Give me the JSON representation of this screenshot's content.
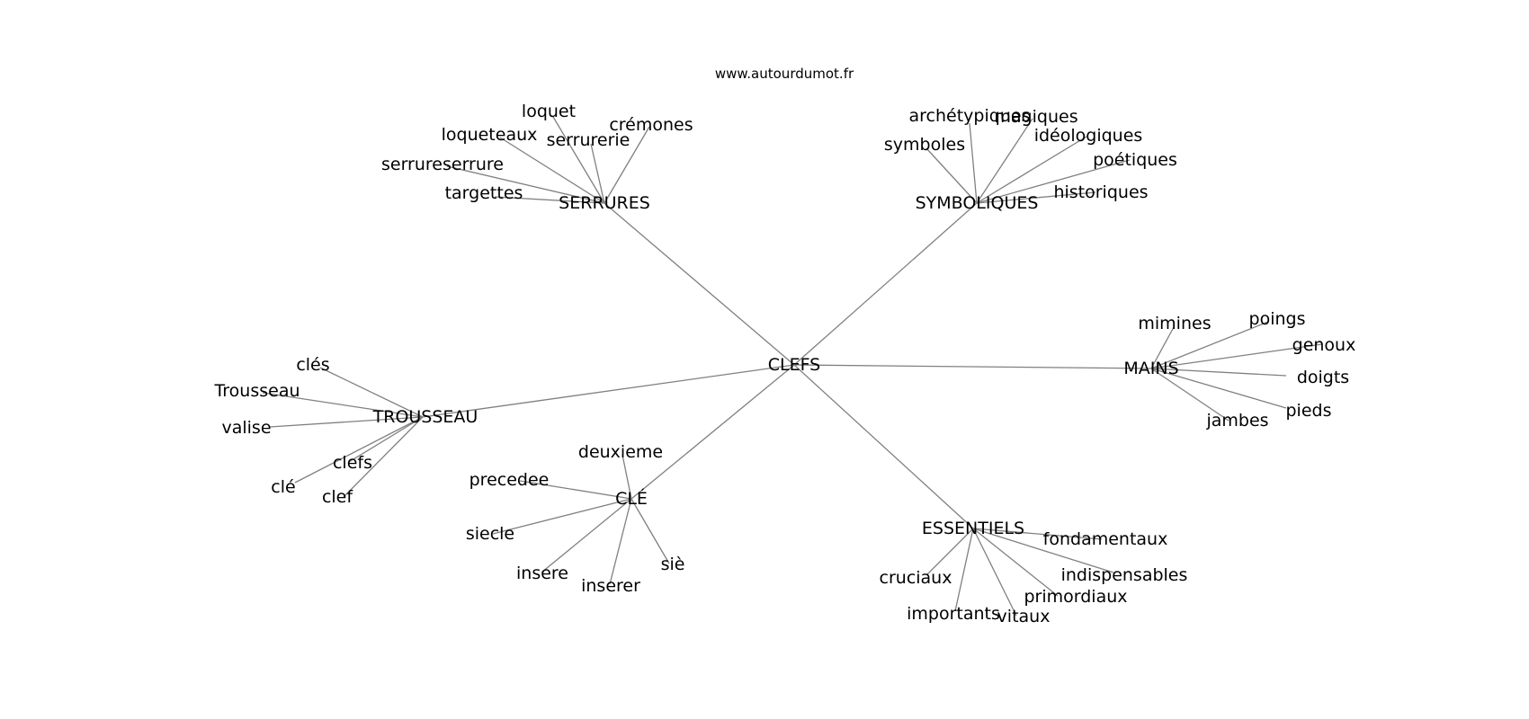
{
  "source": "www.autourdumot.fr",
  "center": "CLEFS",
  "groups": [
    {
      "hub": "SERRURES",
      "leaves": [
        "loquet",
        "crémones",
        "loqueteaux",
        "serrurerie",
        "serrureserrure",
        "targettes"
      ]
    },
    {
      "hub": "SYMBOLIQUES",
      "leaves": [
        "archétypiques",
        "magiques",
        "idéologiques",
        "symboles",
        "poétiques",
        "historiques"
      ]
    },
    {
      "hub": "MAINS",
      "leaves": [
        "mimines",
        "poings",
        "genoux",
        "doigts",
        "pieds",
        "jambes"
      ]
    },
    {
      "hub": "TROUSSEAU",
      "leaves": [
        "clés",
        "Trousseau",
        "valise",
        "clefs",
        "clé",
        "clef"
      ]
    },
    {
      "hub": "CLÉ",
      "leaves": [
        "deuxieme",
        "precedee",
        "siecle",
        "insere",
        "inserer",
        "siè"
      ]
    },
    {
      "hub": "ESSENTIELS",
      "leaves": [
        "fondamentaux",
        "indispensables",
        "primordiaux",
        "cruciaux",
        "importants",
        "vitaux"
      ]
    }
  ]
}
